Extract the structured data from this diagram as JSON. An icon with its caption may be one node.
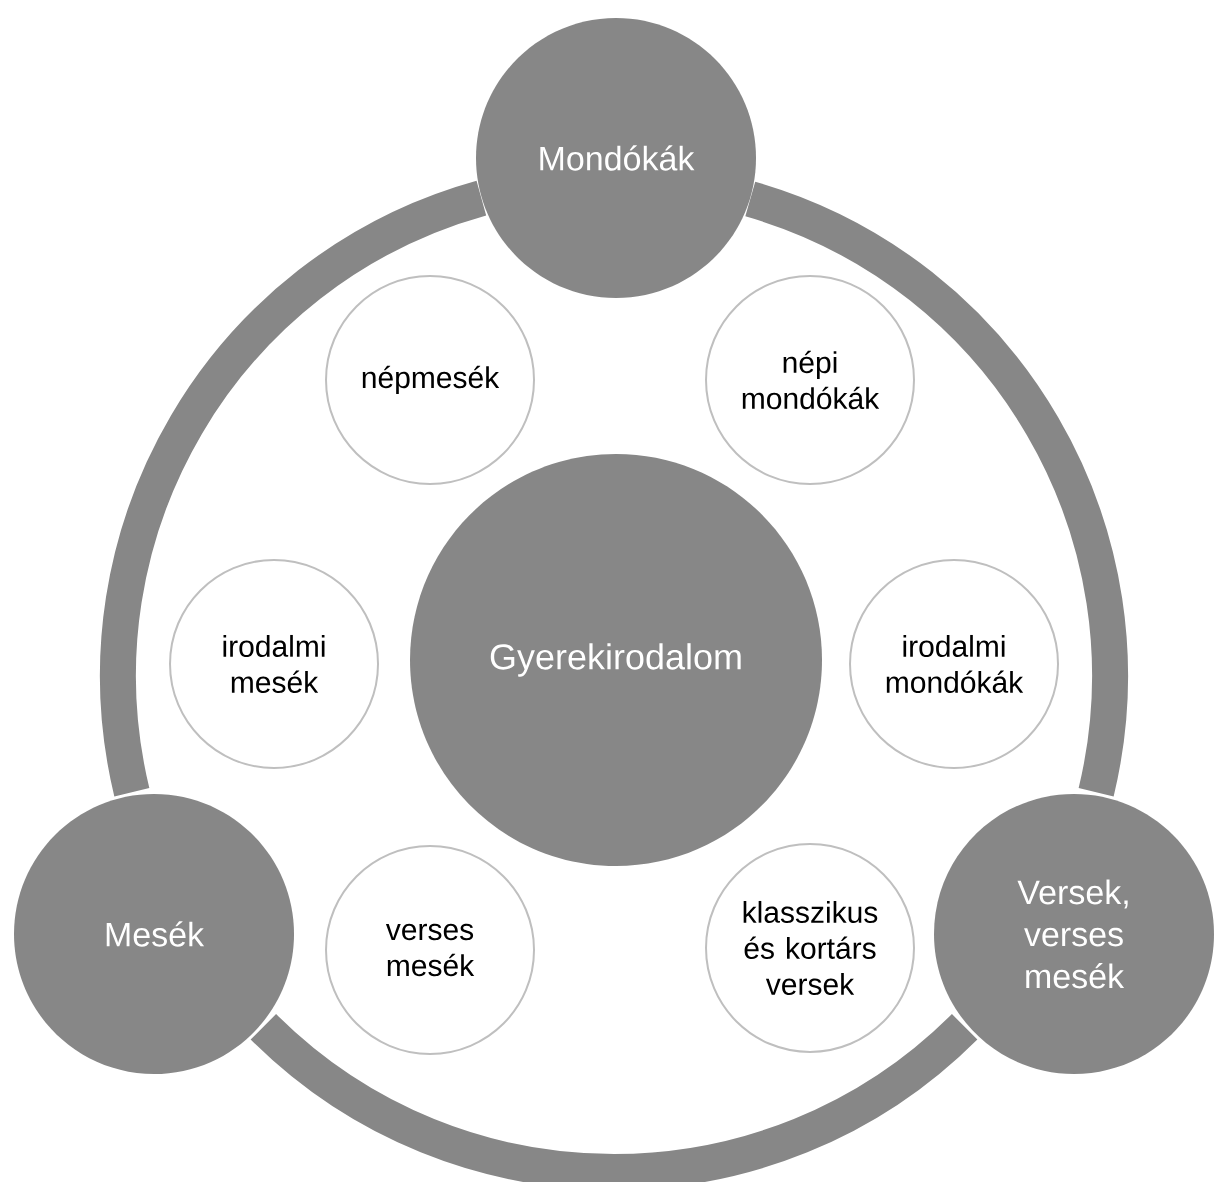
{
  "diagram": {
    "nodes": [
      {
        "text": [
          "Mondókák"
        ]
      },
      {
        "text": [
          "népmesék"
        ]
      },
      {
        "text": [
          "népi mondókák"
        ]
      },
      {
        "text": [
          "irodalmi mesék"
        ]
      },
      {
        "text": [
          "Gyerekirodalom"
        ]
      },
      {
        "text": [
          "irodalmi mondókák"
        ]
      },
      {
        "text": [
          "Mesék"
        ]
      },
      {
        "text": [
          "verses mesék"
        ]
      },
      {
        "text": [
          "klasszikus és kortárs versek"
        ]
      },
      {
        "text": [
          "Versek, verses mesék"
        ]
      }
    ],
    "edges": [
      {
        "from": 0,
        "to": 9,
        "arrow": "none"
      },
      {
        "from": 9,
        "to": 6,
        "arrow": "none"
      },
      {
        "from": 6,
        "to": 0,
        "arrow": "none"
      }
    ]
  }
}
